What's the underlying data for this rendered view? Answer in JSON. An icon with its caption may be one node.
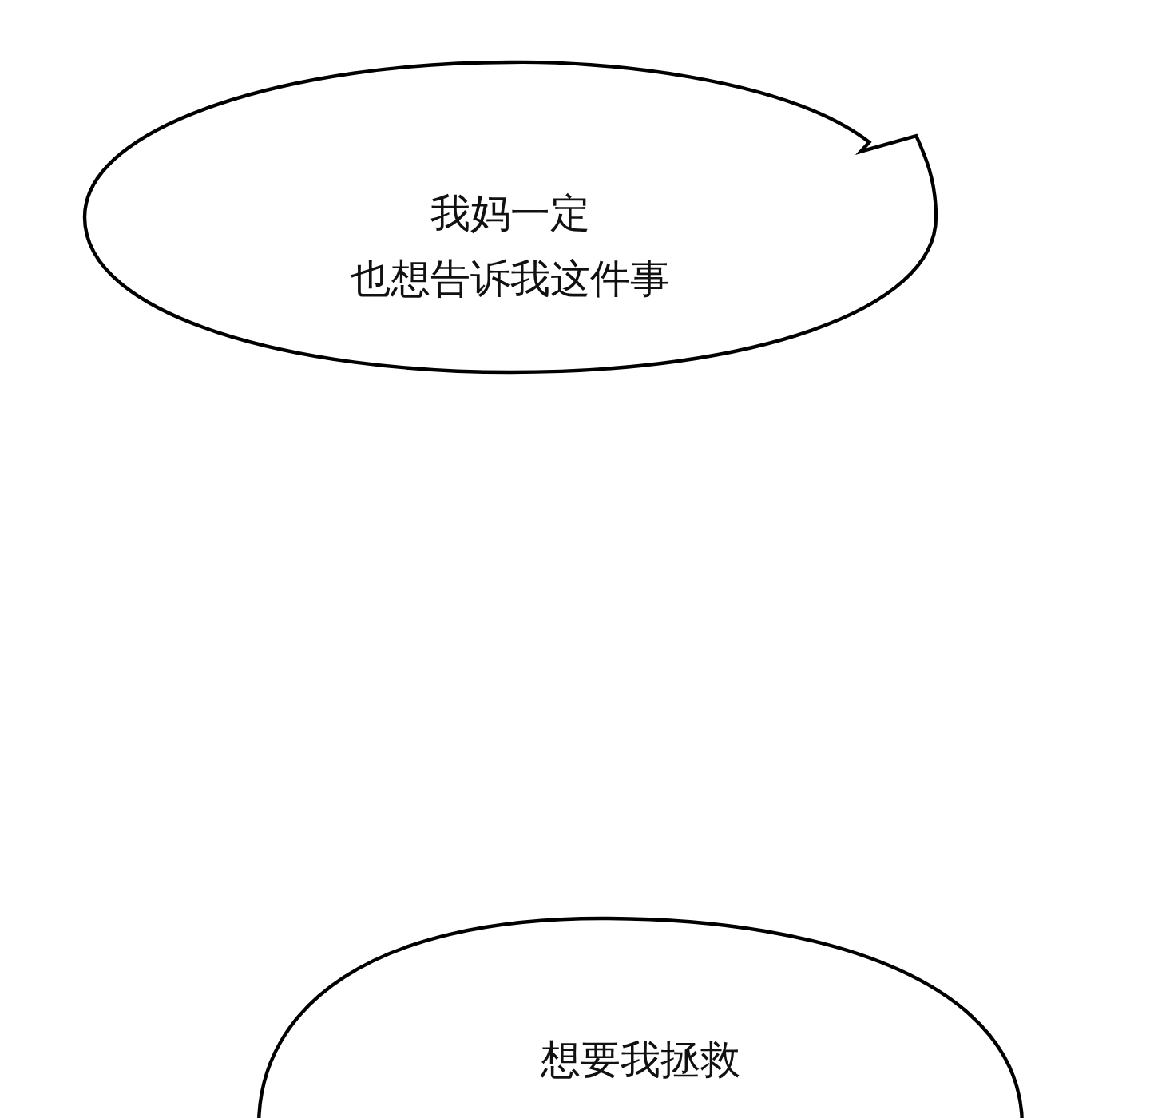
{
  "diagram": {
    "nodes": [
      {
        "text": [
          "我妈一定",
          "也想告诉我这件事"
        ]
      },
      {
        "text": [
          "想要我拯救"
        ]
      }
    ]
  }
}
